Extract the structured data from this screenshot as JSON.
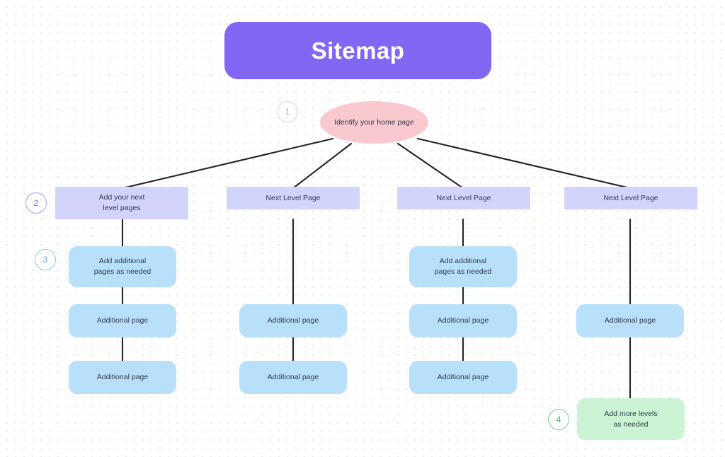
{
  "header": {
    "title": "Sitemap",
    "banner_color": "#8267f5",
    "title_color": "#ffffff"
  },
  "canvas": {
    "background_color": "#ffffff",
    "dot_color": "#e9e9ed"
  },
  "root": {
    "label": "Identify your home page",
    "shape": "ellipse",
    "color": "#fac9cf"
  },
  "badges": [
    {
      "number": "1",
      "color": "#ef8fa0"
    },
    {
      "number": "2",
      "color": "#7a6af0"
    },
    {
      "number": "3",
      "color": "#5aa9e8"
    },
    {
      "number": "4",
      "color": "#46b368"
    }
  ],
  "columns": [
    {
      "level2": {
        "label": "Add your next\nlevel pages",
        "color": "#d3d4fb"
      },
      "children": [
        {
          "label": "Add additional\npages as needed",
          "color": "#b9e0fa",
          "type": "page"
        },
        {
          "label": "Additional page",
          "color": "#b9e0fa",
          "type": "page"
        },
        {
          "label": "Additional page",
          "color": "#b9e0fa",
          "type": "page"
        }
      ]
    },
    {
      "level2": {
        "label": "Next Level Page",
        "color": "#d3d4fb"
      },
      "children": [
        {
          "label": "Additional page",
          "color": "#b9e0fa",
          "type": "page"
        },
        {
          "label": "Additional page",
          "color": "#b9e0fa",
          "type": "page"
        }
      ]
    },
    {
      "level2": {
        "label": "Next Level Page",
        "color": "#d3d4fb"
      },
      "children": [
        {
          "label": "Add additional\npages as needed",
          "color": "#b9e0fa",
          "type": "page"
        },
        {
          "label": "Additional page",
          "color": "#b9e0fa",
          "type": "page"
        },
        {
          "label": "Additional page",
          "color": "#b9e0fa",
          "type": "page"
        }
      ]
    },
    {
      "level2": {
        "label": "Next Level Page",
        "color": "#d3d4fb"
      },
      "children": [
        {
          "label": "Additional page",
          "color": "#b9e0fa",
          "type": "page"
        },
        {
          "label": "Add more levels\nas needed",
          "color": "#cbf4d4",
          "type": "more"
        }
      ]
    }
  ]
}
